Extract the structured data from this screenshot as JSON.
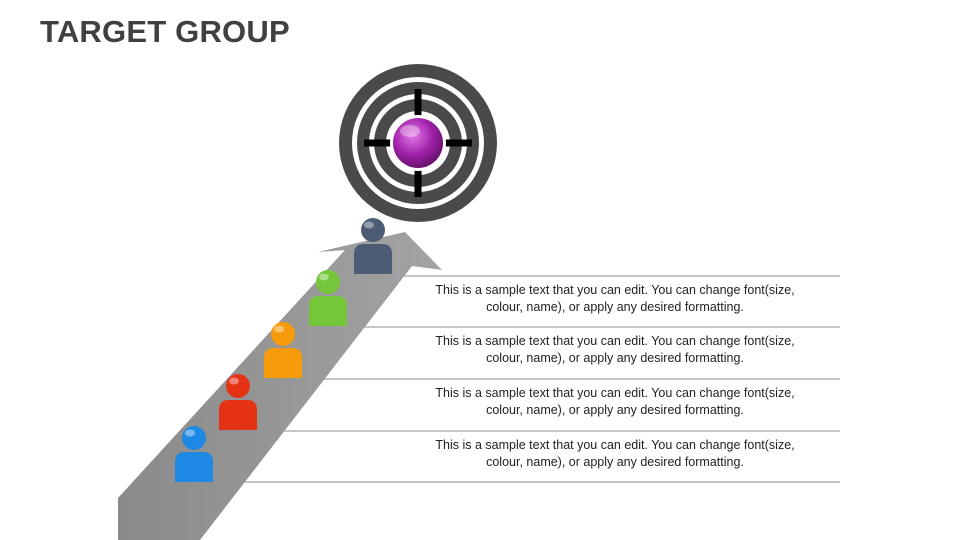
{
  "slide": {
    "title": "TARGET GROUP"
  },
  "colors": {
    "arrow": "#939393",
    "target_ring": "#4a4a4a",
    "bullseye": "#a021a8",
    "person_1": "#1e88e5",
    "person_2": "#e53214",
    "person_3": "#f59b0c",
    "person_4": "#76c63a",
    "person_5": "#4b5c73",
    "divider": "#8c8c8c"
  },
  "items": [
    {
      "text": "This is a sample text that you can edit. You can change font(size, colour, name), or apply any desired formatting."
    },
    {
      "text": "This is a sample text that you can edit. You can change font(size, colour, name), or apply any desired formatting."
    },
    {
      "text": "This is a sample text that you can edit. You can change font(size, colour, name), or apply any desired formatting."
    },
    {
      "text": "This is a sample text that you can edit. You can change font(size, colour, name), or apply any desired formatting."
    }
  ]
}
